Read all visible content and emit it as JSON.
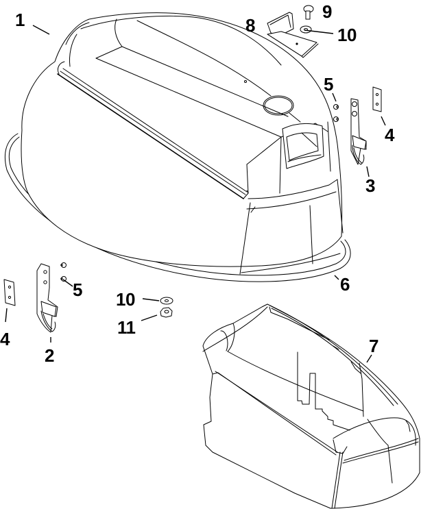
{
  "diagram": {
    "type": "exploded-parts-view",
    "subject": "outboard engine top cowl assembly",
    "line_color": "#000000",
    "background": "#ffffff"
  },
  "callouts": {
    "c1": {
      "label": "1"
    },
    "c2": {
      "label": "2"
    },
    "c3": {
      "label": "3"
    },
    "c4a": {
      "label": "4"
    },
    "c4b": {
      "label": "4"
    },
    "c5a": {
      "label": "5"
    },
    "c5b": {
      "label": "5"
    },
    "c6": {
      "label": "6"
    },
    "c7": {
      "label": "7"
    },
    "c8": {
      "label": "8"
    },
    "c9": {
      "label": "9"
    },
    "c10a": {
      "label": "10"
    },
    "c10b": {
      "label": "10"
    },
    "c11": {
      "label": "11"
    }
  },
  "parts": [
    {
      "ref": "1",
      "name": "top-cowl"
    },
    {
      "ref": "2",
      "name": "latch-left"
    },
    {
      "ref": "3",
      "name": "latch-right"
    },
    {
      "ref": "4",
      "name": "backing-plate"
    },
    {
      "ref": "5",
      "name": "screws"
    },
    {
      "ref": "6",
      "name": "cowl-seal"
    },
    {
      "ref": "7",
      "name": "lower-rear-cover"
    },
    {
      "ref": "8",
      "name": "bracket"
    },
    {
      "ref": "9",
      "name": "screw"
    },
    {
      "ref": "10",
      "name": "washer"
    },
    {
      "ref": "11",
      "name": "nut"
    }
  ]
}
